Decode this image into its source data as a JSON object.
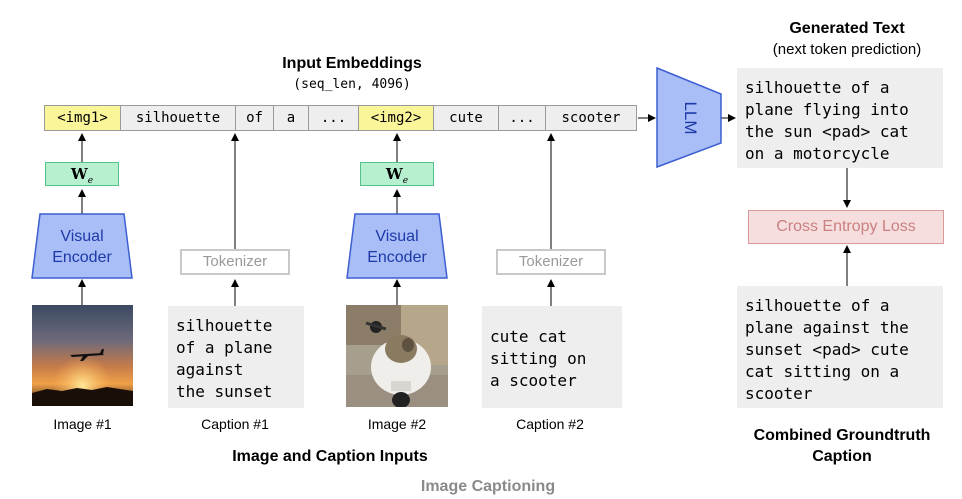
{
  "input_embeddings": {
    "title": "Input Embeddings",
    "shape": "(seq_len, 4096)"
  },
  "tokens": [
    {
      "text": "<img1>",
      "kind": "img"
    },
    {
      "text": "silhouette",
      "kind": "text"
    },
    {
      "text": "of",
      "kind": "text"
    },
    {
      "text": "a",
      "kind": "text"
    },
    {
      "text": "...",
      "kind": "text"
    },
    {
      "text": "<img2>",
      "kind": "img"
    },
    {
      "text": "cute",
      "kind": "text"
    },
    {
      "text": "...",
      "kind": "text"
    },
    {
      "text": "scooter",
      "kind": "text"
    }
  ],
  "weight_label": "W",
  "weight_subscript": "e",
  "visual_encoder_label": "Visual Encoder",
  "visual_encoder_line1": "Visual",
  "visual_encoder_line2": "Encoder",
  "tokenizer_label": "Tokenizer",
  "llm_label": "LLM",
  "caption1_text": "silhouette\nof a plane\nagainst\nthe sunset",
  "caption2_text": "cute cat\nsitting on\na scooter",
  "image1_label": "Image #1",
  "caption1_label": "Caption #1",
  "image2_label": "Image #2",
  "caption2_label": "Caption #2",
  "inputs_title": "Image and Caption Inputs",
  "generated": {
    "title": "Generated Text",
    "subtitle": "(next token prediction)",
    "text": "silhouette of a\nplane flying into\nthe sun <pad> cat\non a motorcycle"
  },
  "loss_label": "Cross Entropy Loss",
  "groundtruth": {
    "text": "silhouette of a\nplane against the\nsunset <pad> cute\ncat sitting on a\nscooter",
    "title_line1": "Combined Groundtruth",
    "title_line2": "Caption"
  },
  "footer": "Image Captioning",
  "colors": {
    "encoder_fill": "#a9bdf7",
    "encoder_stroke": "#3c5ed1",
    "img_token": "#fbf59a",
    "weight_fill": "#b7f0cf",
    "loss_fill": "#f7dede",
    "loss_stroke": "#d99a9a",
    "footer": "#8a8a8a"
  }
}
